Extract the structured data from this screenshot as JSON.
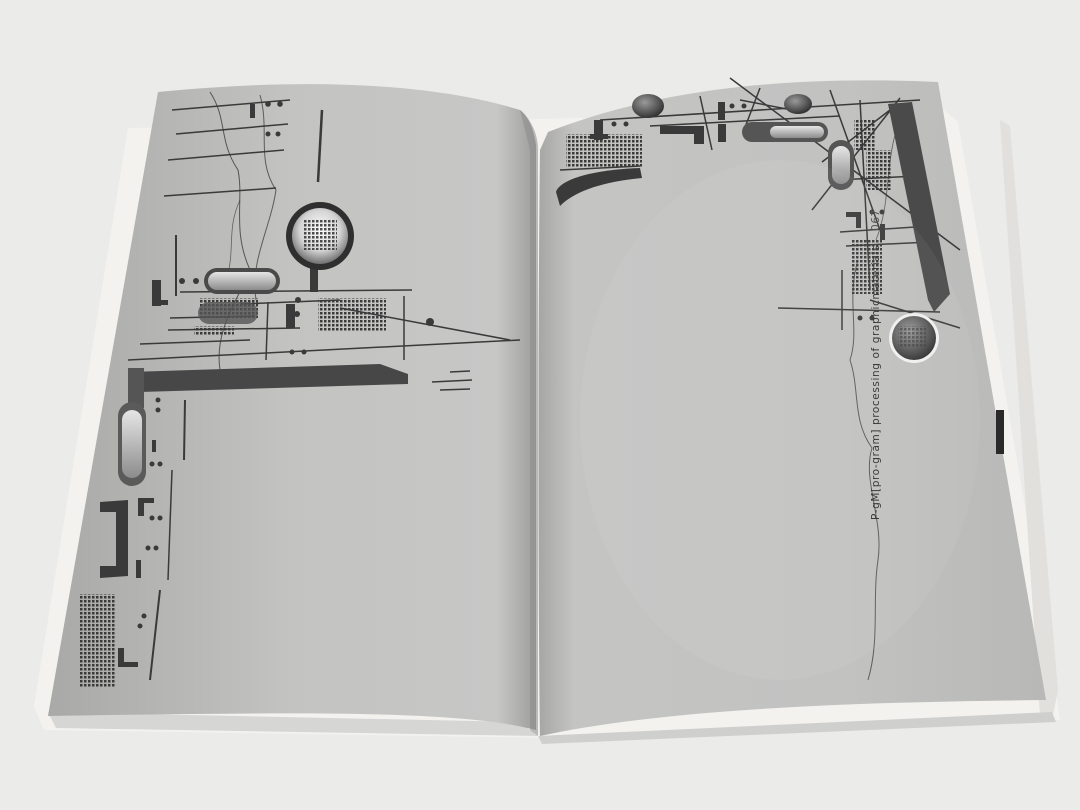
{
  "photo": {
    "subject": "open printed booklet with silver pages",
    "background_color": "#ebebea",
    "page_color": "#bdbdbc",
    "ink_color": "#3a3a3a"
  },
  "right_page": {
    "folio_text": "P-gM[pro-gram] processing of graphicmaterials",
    "page_number": "067"
  }
}
